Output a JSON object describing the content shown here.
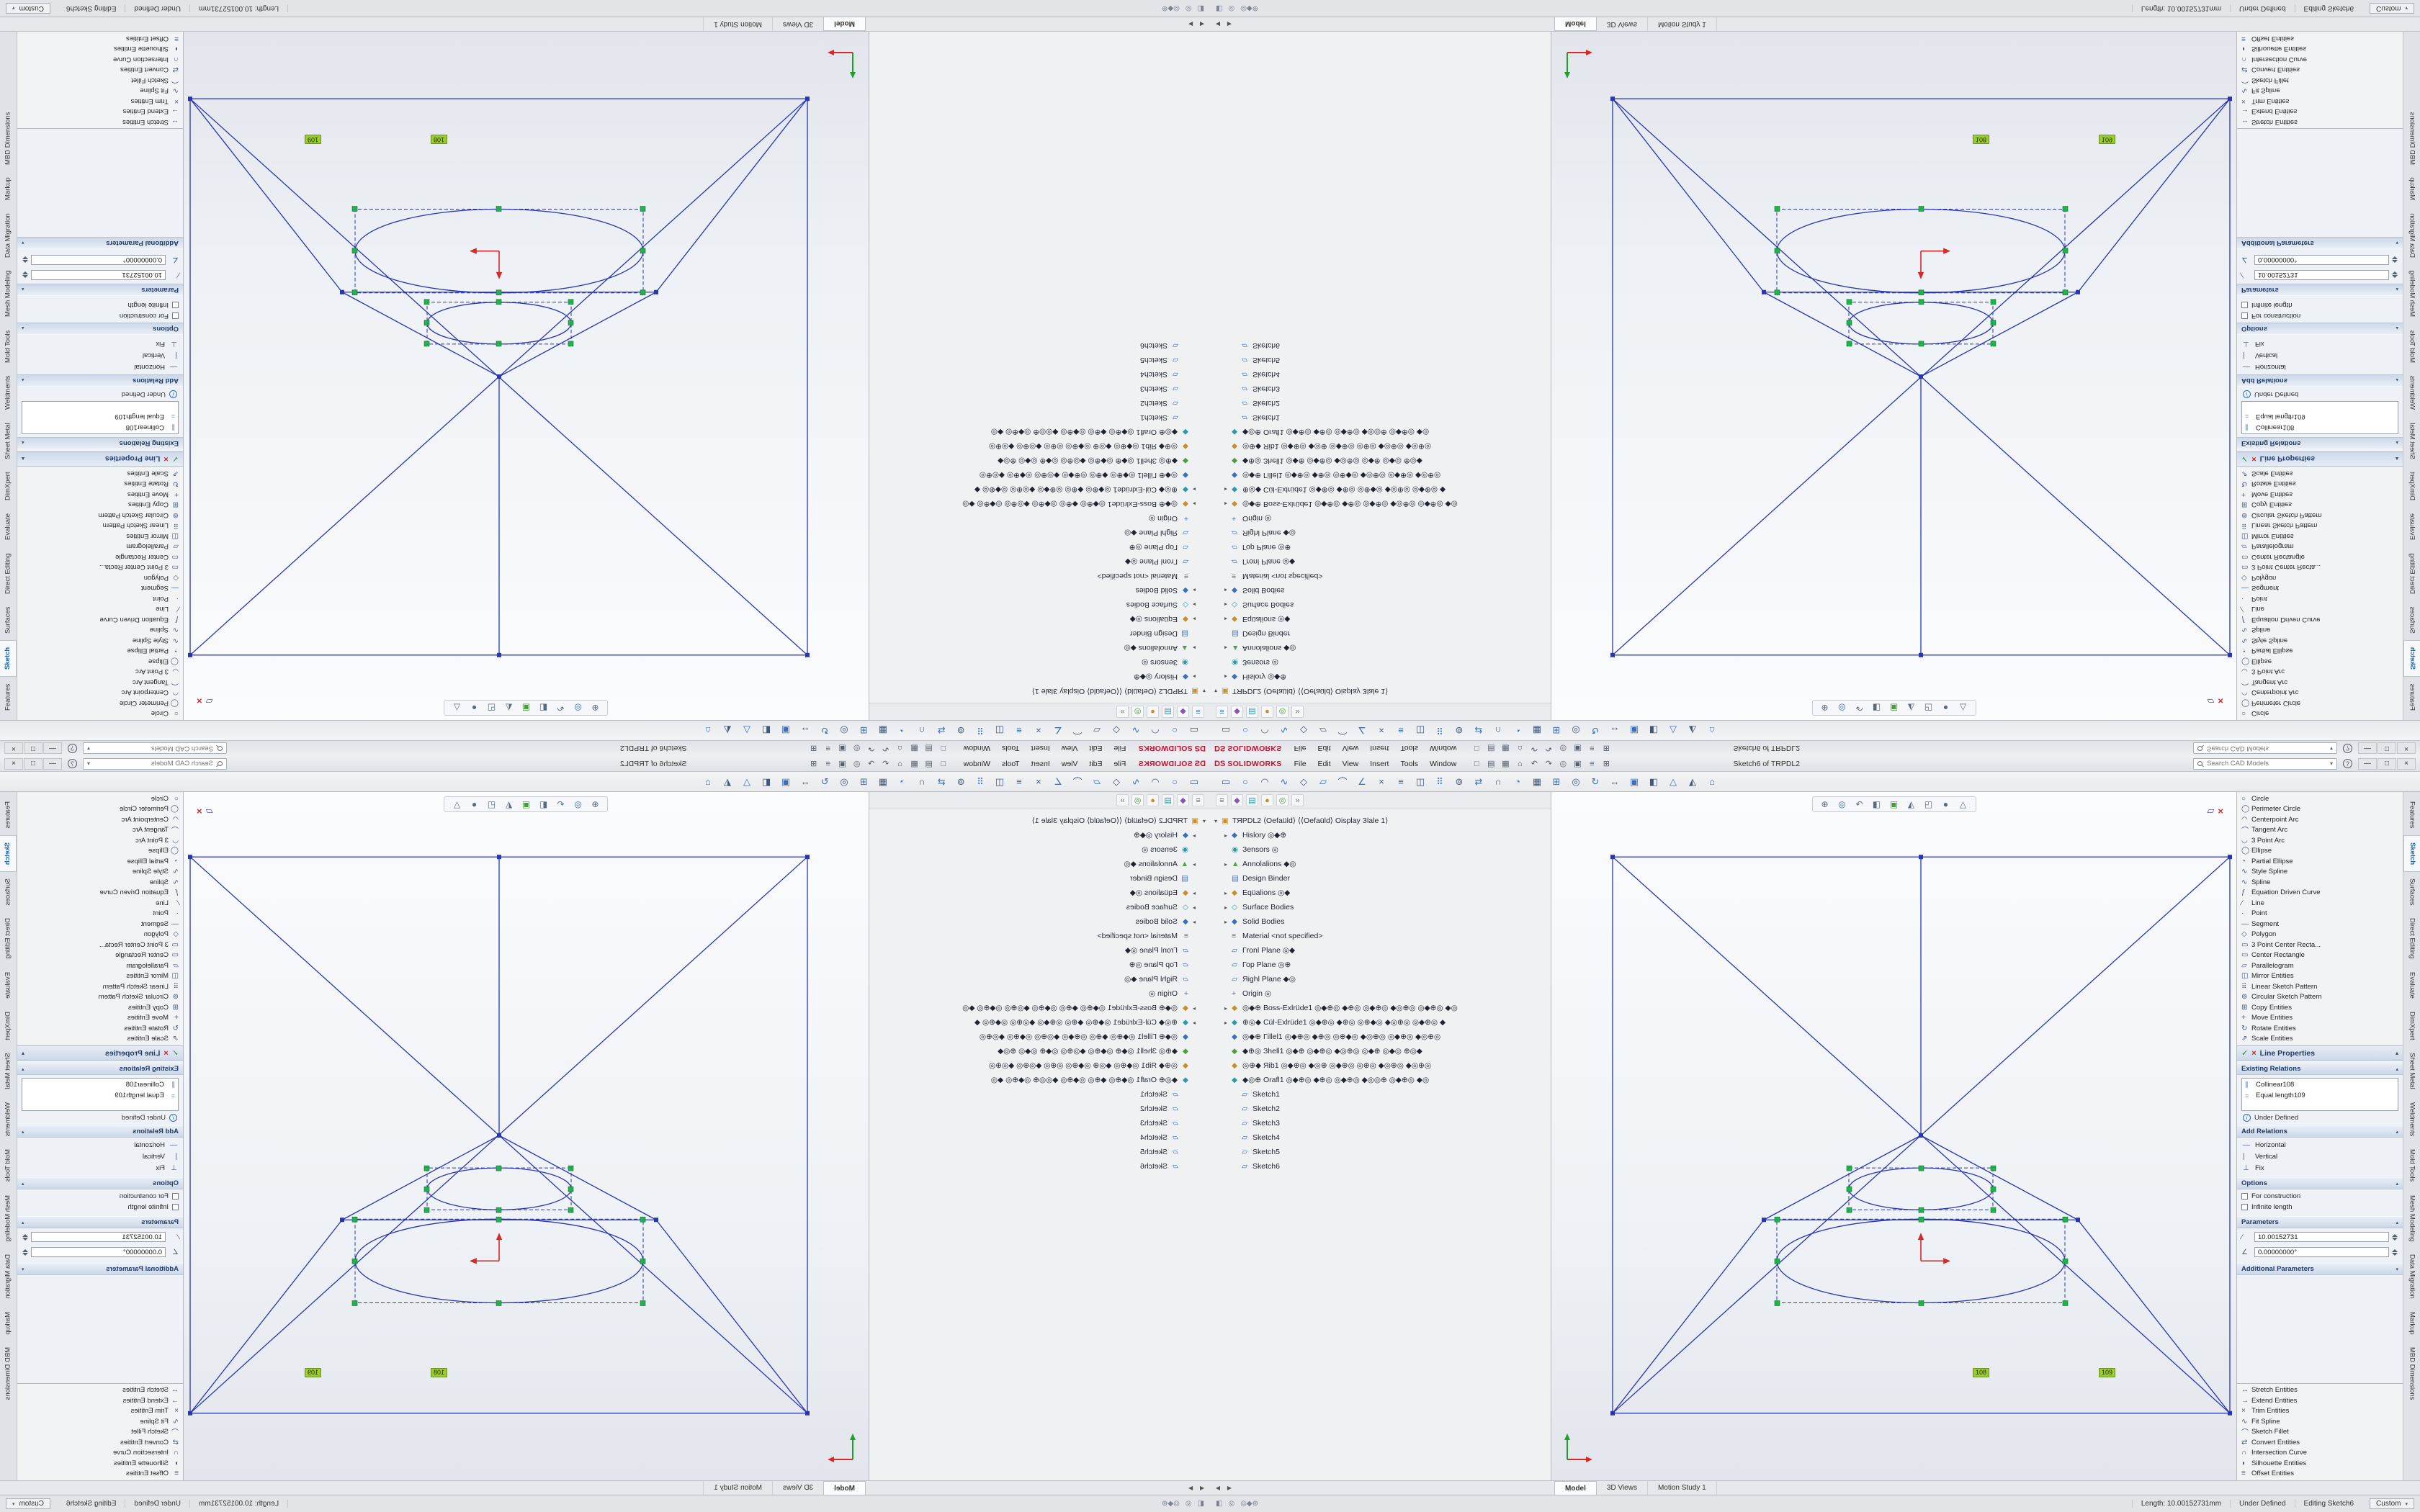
{
  "colors": {
    "accent_blue": "#2a35b0",
    "selection_green": "#22b14c",
    "callout_green": "#9acd32",
    "brand_red": "#c8102e"
  },
  "titlebar": {
    "logo_ds": "DS",
    "brand": "SOLIDWORKS",
    "menus": [
      "File",
      "Edit",
      "View",
      "Insert",
      "Tools",
      "Window"
    ],
    "quick_icons": [
      "□",
      "▤",
      "▦",
      "⌂",
      "↶",
      "↷",
      "◎",
      "▣",
      "≡",
      "⊞"
    ],
    "title": "Sketch6 of TRPDL2",
    "search_placeholder": "Search CAD Models",
    "search_caret": "▾",
    "help_icon": "?",
    "win_min": "—",
    "win_max": "□",
    "win_close": "×"
  },
  "cmdbar": {
    "icons": [
      "▭",
      "○",
      "◠",
      "∿",
      "◇",
      "▱",
      "⌒",
      "∠",
      "×",
      "≡",
      "◫",
      "⠿",
      "⊚",
      "⇄",
      "∩",
      "◔",
      "▦",
      "⊞",
      "◎",
      "↻",
      "↔",
      "▣",
      "◧",
      "△",
      "◭",
      "⌂"
    ]
  },
  "feature_tree": {
    "tabs": [
      {
        "g": "≡",
        "cls": "t1",
        "name": "featuremanager-tree-tab"
      },
      {
        "g": "◆",
        "cls": "t2",
        "name": "propertymanager-tab"
      },
      {
        "g": "▤",
        "cls": "t3",
        "name": "configuration-manager-tab"
      },
      {
        "g": "●",
        "cls": "t4",
        "name": "appearances-tab"
      },
      {
        "g": "◎",
        "cls": "t5",
        "name": "dimxpert-manager-tab"
      },
      {
        "g": "»",
        "cls": "t6",
        "name": "panel-overflow-tab"
      }
    ],
    "rows": [
      {
        "exp": "▾",
        "g": "▣",
        "cls": "lv0 c-gold",
        "label": "ТЯРDL2 ⟨Оеfаüld⟩ ⟨⟨Оеfаüld⟩ Оisрlау Зlаlе 1⟩"
      },
      {
        "exp": "▸",
        "g": "◆",
        "cls": "lv1 c-blue",
        "label": "Нislоrу ◎◆⊕"
      },
      {
        "exp": "",
        "g": "◉",
        "cls": "lv1 c-teal",
        "label": "Зеnsоrs ◎"
      },
      {
        "exp": "▸",
        "g": "▲",
        "cls": "lv1 c-green",
        "label": "Аnnоlаliоns ◆◎"
      },
      {
        "exp": "",
        "g": "▤",
        "cls": "lv1 c-blue",
        "label": "Design Binder"
      },
      {
        "exp": "▸",
        "g": "◆",
        "cls": "lv1 c-gold",
        "label": "Еqüаliоns ◎◆"
      },
      {
        "exp": "▸",
        "g": "◇",
        "cls": "lv1 c-teal",
        "label": "Surface Bodies"
      },
      {
        "exp": "▸",
        "g": "◆",
        "cls": "lv1 c-blue",
        "label": "Solid Bodies"
      },
      {
        "exp": "",
        "g": "≡",
        "cls": "lv1 c-gray",
        "label": "Material <not specified>"
      },
      {
        "exp": "",
        "g": "▱",
        "cls": "lv1 c-blue",
        "label": "Гrоnl Рlаnе ◎◆"
      },
      {
        "exp": "",
        "g": "▱",
        "cls": "lv1 c-blue",
        "label": "Гор Рlаnе ◎⊕"
      },
      {
        "exp": "",
        "g": "▱",
        "cls": "lv1 c-blue",
        "label": "Яighl Рlаnе ◆◎"
      },
      {
        "exp": "",
        "g": "+",
        "cls": "lv1 c-blue",
        "label": "Оrigin ◎"
      },
      {
        "exp": "▸",
        "g": "◆",
        "cls": "lv1 c-gold",
        "label": "◎◆⊕ Воss-Ехlrüdе1 ◎◆⊕◎ ◆⊕◎ ◎◆⊕◎ ◆◎⊕◎ ◎◆⊕◎ ◆◎"
      },
      {
        "exp": "▸",
        "g": "◆",
        "cls": "lv1 c-teal",
        "label": "⊕◎◆ Сül-Ехlrüdе1 ◎◆⊕◎ ◆⊕◎ ◎⊕◆◎ ◆◎⊕◎ ◎◆⊕◎ ◆"
      },
      {
        "exp": "",
        "g": "◆",
        "cls": "lv1 c-blue",
        "label": "◎◆⊕ Гillеl1 ◎◆⊕◎ ◆⊕◎ ◎⊕◆◎ ◆◎⊕◎ ◎◆⊕◎ ◆◎⊕◎"
      },
      {
        "exp": "",
        "g": "◆",
        "cls": "lv1 c-green",
        "label": "◆⊕◎ Зhеll1 ◎◆⊕ ◎◆⊕◎ ◆◎⊕◎ ◎◆⊕ ◎◆◎ ⊕◎◆"
      },
      {
        "exp": "",
        "g": "◆",
        "cls": "lv1 c-gold",
        "label": "◎⊕◆ Яib1 ◎◆⊕◎ ◆◎⊕ ◎◆⊕◎ ◎⊕◎ ◆◎⊕◎ ◆◎⊕◎"
      },
      {
        "exp": "",
        "g": "◆",
        "cls": "lv1 c-teal",
        "label": "◆◎⊕ Оrаfl1 ◎◆⊕◎ ◆⊕◎ ◎◆⊕◎ ◆◎◎⊕ ◎◆⊕◎ ◆◎"
      },
      {
        "exp": "",
        "g": "▱",
        "cls": "lv2 c-sk",
        "label": "Sketch1"
      },
      {
        "exp": "",
        "g": "▱",
        "cls": "lv2 c-sk",
        "label": "Sketch2"
      },
      {
        "exp": "",
        "g": "▱",
        "cls": "lv2 c-sk",
        "label": "Sketch3"
      },
      {
        "exp": "",
        "g": "▱",
        "cls": "lv2 c-sk",
        "label": "Sketch4"
      },
      {
        "exp": "",
        "g": "▱",
        "cls": "lv2 c-sk",
        "label": "Sketch5"
      },
      {
        "exp": "",
        "g": "▱",
        "cls": "lv2 c-sk",
        "label": "Sketch6"
      }
    ]
  },
  "canvas": {
    "headsup": [
      {
        "g": "⊕",
        "name": "zoom-fit-icon"
      },
      {
        "g": "◎",
        "name": "zoom-area-icon"
      },
      {
        "g": "↶",
        "name": "previous-view-icon"
      },
      {
        "g": "◧",
        "name": "section-view-icon"
      },
      {
        "g": "▣",
        "name": "view-orientation-icon"
      },
      {
        "g": "◭",
        "name": "display-style-icon"
      },
      {
        "g": "◰",
        "name": "hide-show-items-icon"
      },
      {
        "g": "●",
        "name": "appearance-icon"
      },
      {
        "g": "△",
        "name": "view-settings-icon"
      }
    ],
    "callouts": [
      {
        "text": "108"
      },
      {
        "text": "109"
      }
    ],
    "confirmation": {
      "sketch_glyph": "▱",
      "close_glyph": "×"
    }
  },
  "sketch_tools": {
    "top": [
      {
        "g": "○",
        "label": "Circle"
      },
      {
        "g": "◯",
        "label": "Perimeter Circle"
      },
      {
        "g": "◠",
        "label": "Centerpoint Arc"
      },
      {
        "g": "⌒",
        "label": "Tangent Arc"
      },
      {
        "g": "◡",
        "label": "3 Point Arc"
      },
      {
        "g": "◯",
        "label": "Ellipse"
      },
      {
        "g": "◔",
        "label": "Partial Ellipse"
      },
      {
        "g": "∿",
        "label": "Style Spline"
      },
      {
        "g": "∿",
        "label": "Spline"
      },
      {
        "g": "ƒ",
        "label": "Equation Driven Curve"
      },
      {
        "g": "∕",
        "label": "Line"
      },
      {
        "g": "·",
        "label": "Point"
      },
      {
        "g": "―",
        "label": "Segment"
      },
      {
        "g": "◇",
        "label": "Polygon"
      },
      {
        "g": "▭",
        "label": "3 Point Center Recta..."
      },
      {
        "g": "▭",
        "label": "Center Rectangle"
      },
      {
        "g": "▱",
        "label": "Parallelogram"
      },
      {
        "g": "◫",
        "label": "Mirror Entities"
      },
      {
        "g": "⠿",
        "label": "Linear Sketch Pattern"
      },
      {
        "g": "⊚",
        "label": "Circular Sketch Pattern"
      },
      {
        "g": "⊞",
        "label": "Copy Entities"
      },
      {
        "g": "+",
        "label": "Move Entities"
      },
      {
        "g": "↻",
        "label": "Rotate Entities"
      },
      {
        "g": "⇗",
        "label": "Scale Entities"
      }
    ],
    "bottom": [
      {
        "g": "↔",
        "label": "Stretch Entities"
      },
      {
        "g": "→",
        "label": "Extend Entities"
      },
      {
        "g": "×",
        "label": "Trim Entities"
      },
      {
        "g": "∿",
        "label": "Fit Spline"
      },
      {
        "g": "⌒",
        "label": "Sketch Fillet"
      },
      {
        "g": "⇄",
        "label": "Convert Entities"
      },
      {
        "g": "∩",
        "label": "Intersection Curve"
      },
      {
        "g": "◗",
        "label": "Silhouette Entities"
      },
      {
        "g": "≡",
        "label": "Offset Entities"
      }
    ]
  },
  "line_properties": {
    "title": "Line Properties",
    "ok_icon": "✓",
    "cancel_icon": "×",
    "chevron_up": "▴",
    "chevron_down": "▾",
    "existing": {
      "header": "Existing Relations",
      "items": [
        {
          "g": "∥",
          "label": "Collinear108"
        },
        {
          "g": "=",
          "label": "Equal length109"
        }
      ]
    },
    "info_icon": "i",
    "info_label": "Under Defined",
    "add_relations": {
      "header": "Add Relations",
      "items": [
        {
          "g": "―",
          "label": "Horizontal"
        },
        {
          "g": "|",
          "label": "Vertical"
        },
        {
          "g": "⊥",
          "label": "Fix"
        }
      ]
    },
    "options": {
      "header": "Options",
      "items": [
        "For construction",
        "Infinite length"
      ]
    },
    "parameters": {
      "header": "Parameters",
      "fields": [
        {
          "g": "∕",
          "value": "10.00152731"
        },
        {
          "g": "∠",
          "value": "0.00000000°"
        }
      ]
    },
    "additional_header": "Additional Parameters"
  },
  "vertical_tabs": [
    {
      "label": "Features"
    },
    {
      "label": "Sketch",
      "cls": "active"
    },
    {
      "label": "Surfaces"
    },
    {
      "label": "Direct Editing"
    },
    {
      "label": "Evaluate"
    },
    {
      "label": "DimXpert"
    },
    {
      "label": "Sheet Metal"
    },
    {
      "label": "Weldments"
    },
    {
      "label": "Mold Tools"
    },
    {
      "label": "Mesh Modeling"
    },
    {
      "label": "Data Migration"
    },
    {
      "label": "Markup"
    },
    {
      "label": "MBD Dimensions"
    }
  ],
  "doc_tabs": {
    "left_arrow": "◀",
    "right_arrow": "▶",
    "tabs": [
      {
        "label": "Model",
        "cls": "active"
      },
      {
        "label": "3D Views"
      },
      {
        "label": "Motion Study 1"
      }
    ]
  },
  "status": {
    "left_icons": [
      "◧",
      "◎"
    ],
    "left_text": "◎◆⊕",
    "length": "Length: 10.00152731mm",
    "state": "Under Defined",
    "editing": "Editing Sketch6",
    "units": "Custom",
    "units_caret": "▾"
  }
}
